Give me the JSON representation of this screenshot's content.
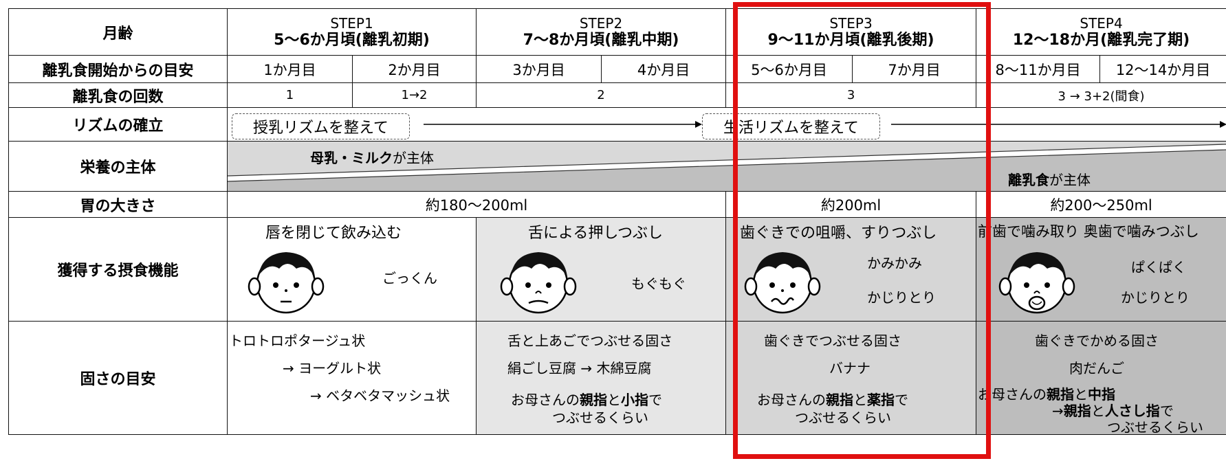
{
  "rows": {
    "age": "月齢",
    "since_start": "離乳食開始からの目安",
    "meals": "離乳食の回数",
    "rhythm": "リズムの確立",
    "nutrition": "栄養の主体",
    "stomach": "胃の大きさ",
    "function": "獲得する摂食機能",
    "firmness": "固さの目安"
  },
  "steps": [
    {
      "label": "STEP1",
      "period": "5～6か月頃(離乳初期)"
    },
    {
      "label": "STEP2",
      "period": "7～8か月頃(離乳中期)"
    },
    {
      "label": "STEP3",
      "period": "9～11か月頃(離乳後期)"
    },
    {
      "label": "STEP4",
      "period": "12～18か月(離乳完了期)"
    }
  ],
  "months": [
    "1か月目",
    "2か月目",
    "3か月目",
    "4か月目",
    "5～6か月目",
    "7か月目",
    "8～11か月目",
    "12～14か月目"
  ],
  "meals": {
    "s1a": "1",
    "s1b": "1→2",
    "s2": "2",
    "s3": "3",
    "s4": "3 → 3+2(間食)"
  },
  "rhythm": {
    "feeding": "授乳リズムを整えて",
    "life": "生活リズムを整えて"
  },
  "nutrition": {
    "milk_bold": "母乳・ミルク",
    "milk_rest": "が主体",
    "food_bold": "離乳食",
    "food_rest": "が主体"
  },
  "stomach": {
    "s12": "約180～200ml",
    "s3": "約200ml",
    "s4": "約200～250ml"
  },
  "function": {
    "s1": {
      "title": "唇を閉じて飲み込む",
      "sound1": "ごっくん"
    },
    "s2": {
      "title": "舌による押しつぶし",
      "sound1": "もぐもぐ"
    },
    "s3": {
      "title": "歯ぐきでの咀嚼、すりつぶし",
      "sound1": "かみかみ",
      "sound2": "かじりとり"
    },
    "s4": {
      "title": "前歯で噛み取り 奥歯で噛みつぶし",
      "sound1": "ぱくぱく",
      "sound2": "かじりとり"
    }
  },
  "firmness": {
    "s1": {
      "l1": "トロトロポタージュ状",
      "l2": "→ ヨーグルト状",
      "l3": "→ ベタベタマッシュ状"
    },
    "s2": {
      "l1": "舌と上あごでつぶせる固さ",
      "l2": "絹ごし豆腐 → 木綿豆腐",
      "l3a": "お母さんの",
      "l3b": "親指",
      "l3c": "と",
      "l3d": "小指",
      "l3e": "で",
      "l4": "つぶせるくらい"
    },
    "s3": {
      "l1": "歯ぐきでつぶせる固さ",
      "l2": "バナナ",
      "l3a": "お母さんの",
      "l3b": "親指",
      "l3c": "と",
      "l3d": "薬指",
      "l3e": "で",
      "l4": "つぶせるくらい"
    },
    "s4": {
      "l1": "歯ぐきでかめる固さ",
      "l2": "肉だんご",
      "l3a": "お母さんの",
      "l3b": "親指",
      "l3c": "と",
      "l3d": "中指",
      "l4a": "→",
      "l4b": "親指",
      "l4c": "と",
      "l4d": "人さし指",
      "l4e": "で",
      "l5": "つぶせるくらい"
    }
  }
}
